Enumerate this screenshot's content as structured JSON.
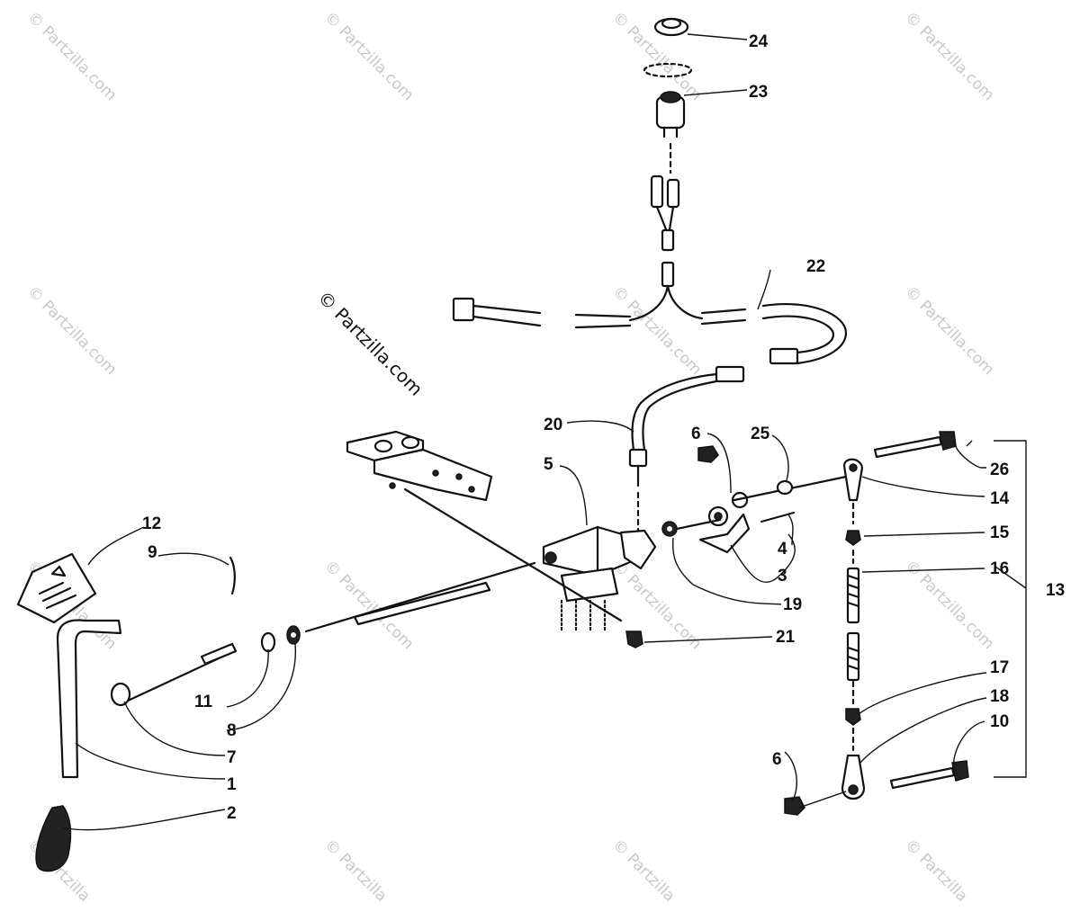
{
  "watermark": {
    "main": "© Partzilla.com",
    "tile": "© Partzilla.com",
    "tile_cut": "© Partzilla"
  },
  "callouts": {
    "c1": "1",
    "c2": "2",
    "c3": "3",
    "c4": "4",
    "c5": "5",
    "c6a": "6",
    "c6b": "6",
    "c7": "7",
    "c8": "8",
    "c9": "9",
    "c10": "10",
    "c11": "11",
    "c12": "12",
    "c13": "13",
    "c14": "14",
    "c15": "15",
    "c16": "16",
    "c17": "17",
    "c18": "18",
    "c19": "19",
    "c20": "20",
    "c21": "21",
    "c22": "22",
    "c23": "23",
    "c24": "24",
    "c25": "25",
    "c26": "26"
  }
}
